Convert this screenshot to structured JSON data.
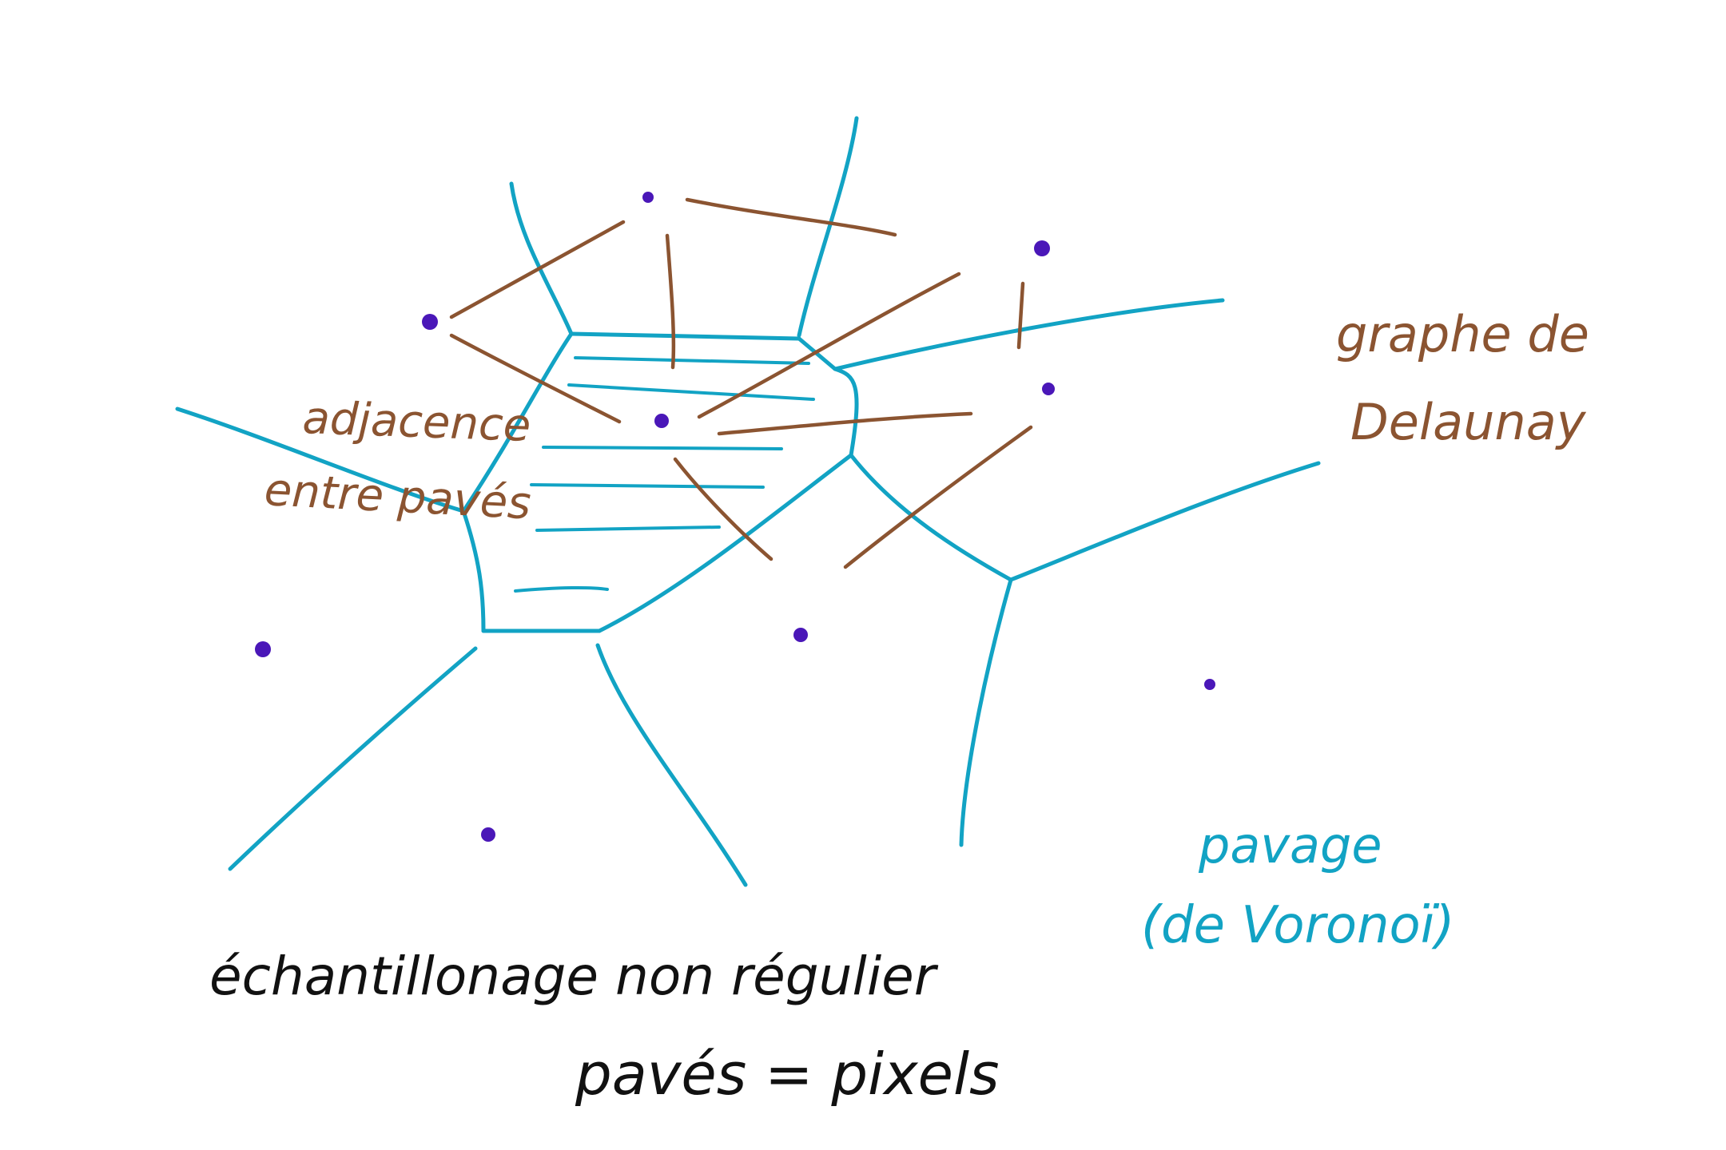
{
  "colors": {
    "voronoi": "#12a3c4",
    "delaunay": "#8b5431",
    "site": "#4a17b8",
    "caption": "#111111"
  },
  "labels": {
    "adjacency_line1": "adjacence",
    "adjacency_line2": "entre pavés",
    "delaunay_line1": "graphe de",
    "delaunay_line2": "Delaunay",
    "paving_line1": "pavage",
    "paving_line2": "(de Voronoï)",
    "caption_line1": "échantillonage non régulier",
    "caption_line2": "pavés = pixels"
  }
}
